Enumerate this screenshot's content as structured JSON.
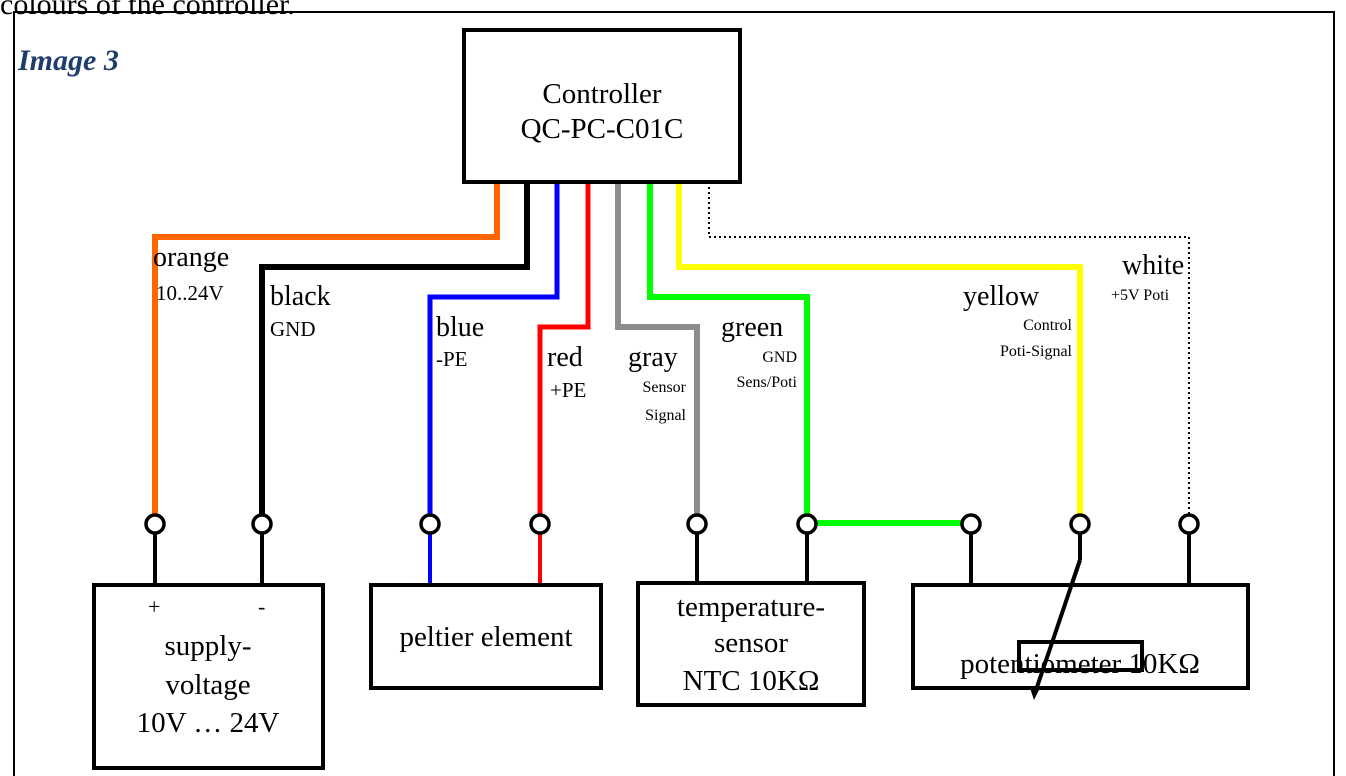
{
  "header_text": "colours of the controller.",
  "image_title": "Image 3",
  "controller": {
    "line1": "Controller",
    "line2": "QC-PC-C01C"
  },
  "wires": {
    "orange": {
      "name": "orange",
      "desc": "10..24V",
      "color": "#ff6600"
    },
    "black": {
      "name": "black",
      "desc": "GND",
      "color": "#000000"
    },
    "blue": {
      "name": "blue",
      "desc": "-PE",
      "color": "#0000ff"
    },
    "red": {
      "name": "red",
      "desc": "+PE",
      "color": "#ff0000"
    },
    "gray": {
      "name": "gray",
      "desc1": "Sensor",
      "desc2": "Signal",
      "color": "#8c8c8c"
    },
    "green": {
      "name": "green",
      "desc1": "GND",
      "desc2": "Sens/Poti",
      "color": "#00ff00"
    },
    "yellow": {
      "name": "yellow",
      "desc1": "Control",
      "desc2": "Poti-Signal",
      "color": "#ffff00"
    },
    "white": {
      "name": "white",
      "desc": "+5V Poti",
      "color": "#000000"
    }
  },
  "supply": {
    "plus": "+",
    "minus": "-",
    "line1": "supply-",
    "line2": "voltage",
    "line3": "10V … 24V"
  },
  "peltier": {
    "label": "peltier element"
  },
  "sensor": {
    "line1": "temperature-",
    "line2": "sensor",
    "line3": "NTC 10KΩ"
  },
  "poti": {
    "label": "potentiometer 10KΩ"
  }
}
